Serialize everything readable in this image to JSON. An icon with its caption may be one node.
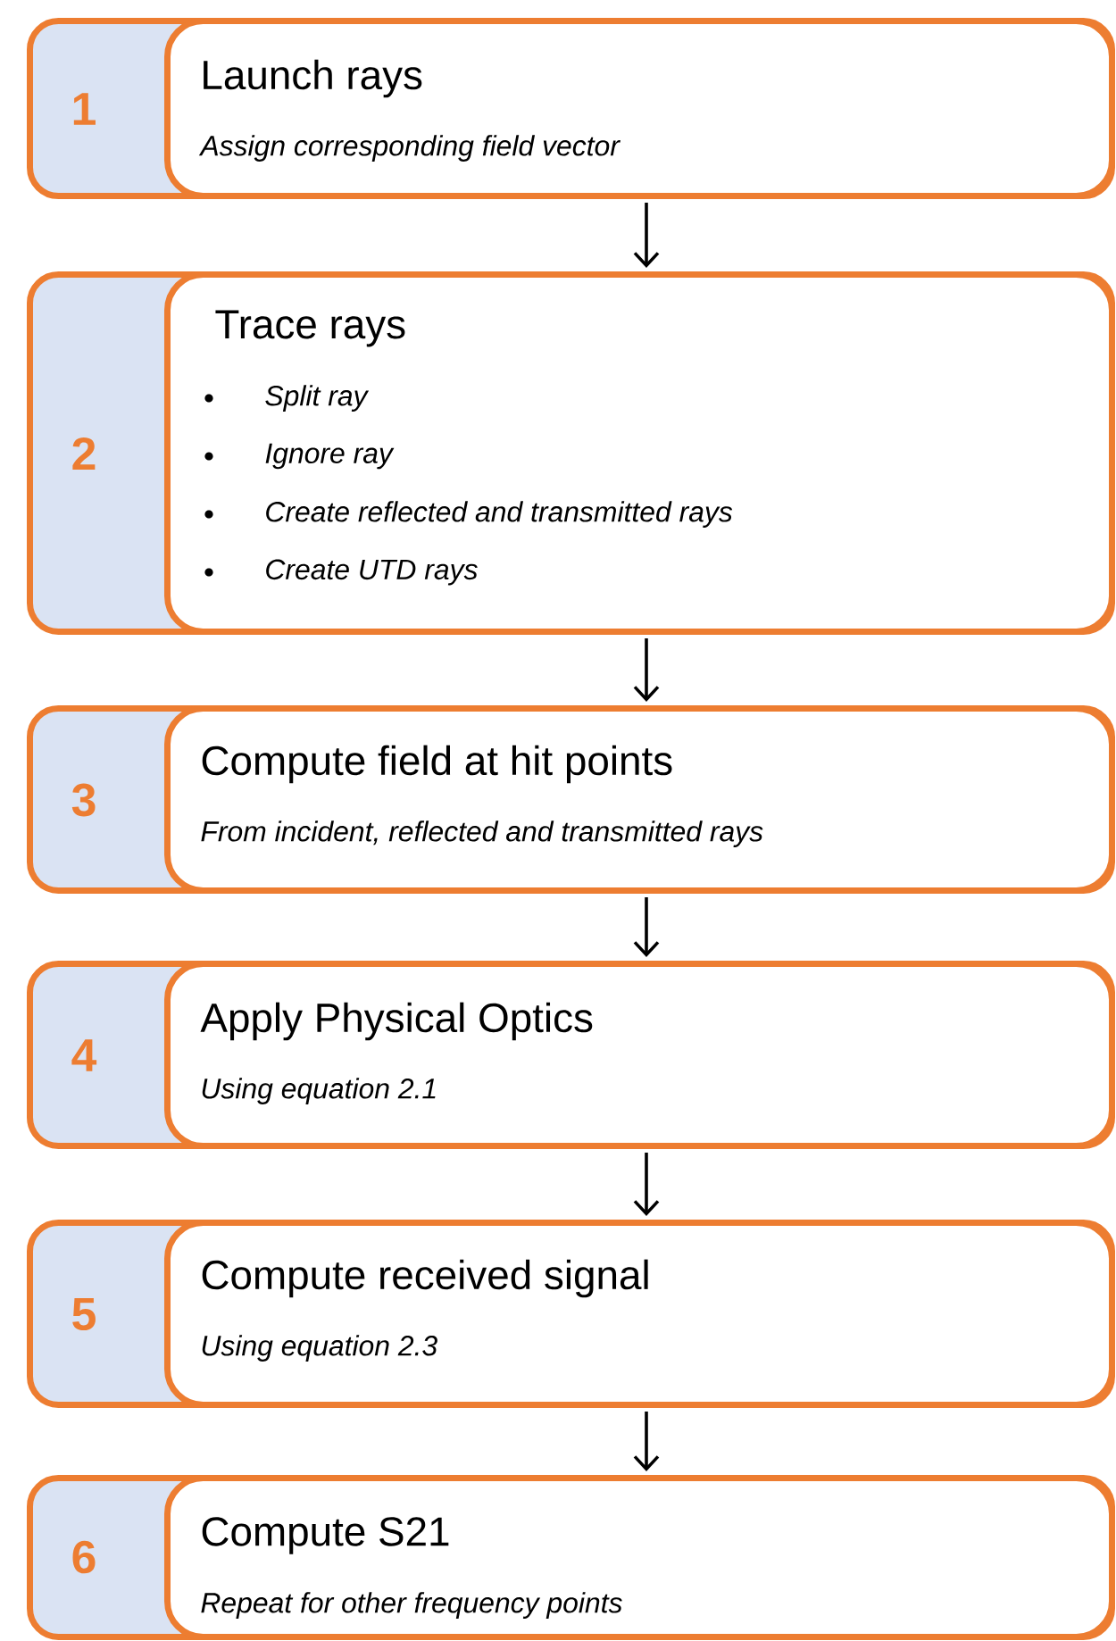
{
  "diagram": {
    "nodes": [
      {
        "text": [
          "1"
        ]
      },
      {
        "text": [
          "Launch rays",
          "Assign corresponding field vector"
        ],
        "in": 0
      },
      {
        "text": [
          "2"
        ]
      },
      {
        "text": [
          "Trace rays",
          "Split ray",
          "Ignore ray",
          "Create reflected and transmitted rays",
          "Create UTD rays"
        ],
        "in": 2
      },
      {
        "text": [
          "3"
        ]
      },
      {
        "text": [
          "Compute field at hit points",
          "From incident, reflected and transmitted rays"
        ],
        "in": 4
      },
      {
        "text": [
          "4"
        ]
      },
      {
        "text": [
          "Apply Physical Optics",
          "Using equation 2.1"
        ],
        "in": 6
      },
      {
        "text": [
          "5"
        ]
      },
      {
        "text": [
          "Compute received signal",
          "Using equation 2.3"
        ],
        "in": 8
      },
      {
        "text": [
          "6"
        ]
      },
      {
        "text": [
          "Compute S21",
          "Repeat for other frequency points"
        ],
        "in": 10
      }
    ],
    "edges": [
      {
        "from": 0,
        "to": 2,
        "arrow": "to"
      },
      {
        "from": 2,
        "to": 4,
        "arrow": "to"
      },
      {
        "from": 4,
        "to": 6,
        "arrow": "to"
      },
      {
        "from": 6,
        "to": 8,
        "arrow": "to"
      },
      {
        "from": 8,
        "to": 10,
        "arrow": "to"
      }
    ]
  }
}
